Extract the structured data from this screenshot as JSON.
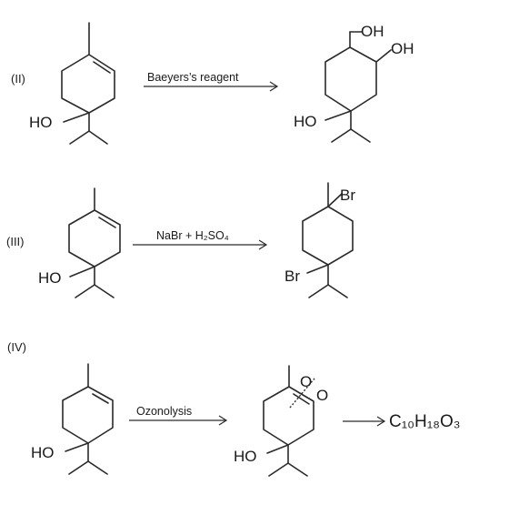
{
  "reactions": [
    {
      "label": "(II)",
      "reagent": "Baeyers’s reagent",
      "reactant": {
        "substituent": "HO"
      },
      "product": {
        "substituents": [
          "OH",
          "OH",
          "HO"
        ]
      }
    },
    {
      "label": "(III)",
      "reagent": "NaBr + H₂SO₄",
      "reactant": {
        "substituent": "HO"
      },
      "product": {
        "substituents": [
          "Br",
          "Br"
        ]
      }
    },
    {
      "label": "(IV)",
      "reagent": "Ozonolysis",
      "reactant": {
        "substituent": "HO"
      },
      "intermediate": {
        "substituents": [
          "O",
          "O",
          "HO"
        ]
      },
      "product_formula": "C₁₀H₁₈O₃"
    }
  ]
}
